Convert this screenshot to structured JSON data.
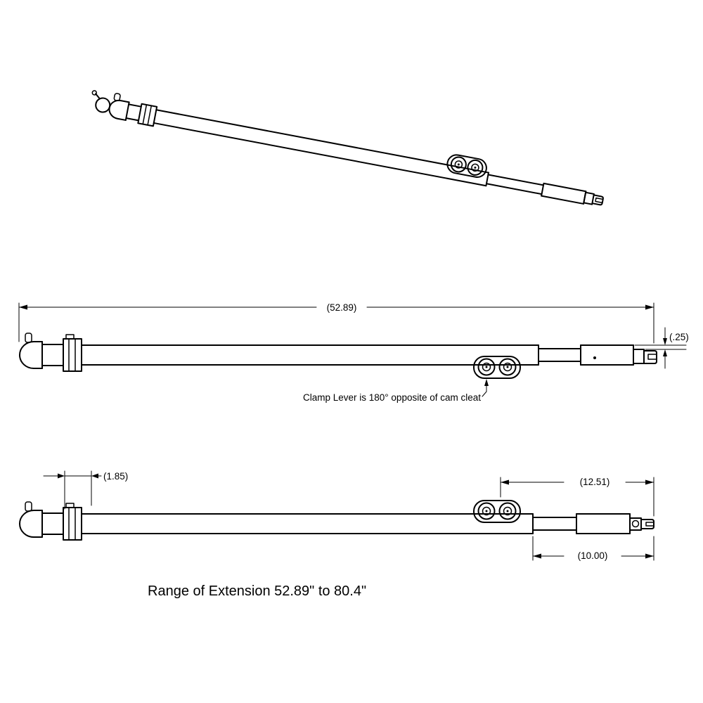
{
  "page": {
    "background_color": "#ffffff",
    "line_color": "#000000"
  },
  "dimensions": {
    "overall_length": "(52.89)",
    "end_offset": "(.25)",
    "collar_offset": "(1.85)",
    "extension_upper": "(12.51)",
    "extension_lower": "(10.00)"
  },
  "annotation": {
    "clamp_note": "Clamp Lever is 180° opposite of cam cleat"
  },
  "footer": {
    "range_text": "Range of Extension 52.89\" to 80.4\""
  }
}
